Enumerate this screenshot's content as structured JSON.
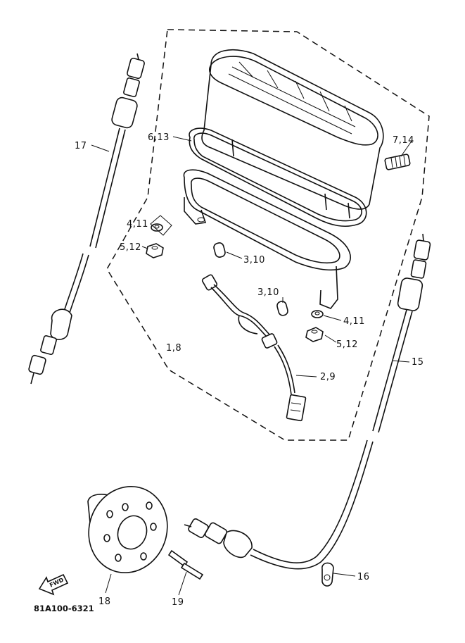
{
  "diagram": {
    "callouts": [
      {
        "id": "c17",
        "text": "17"
      },
      {
        "id": "c6_13",
        "text": "6,13"
      },
      {
        "id": "c7_14",
        "text": "7,14"
      },
      {
        "id": "c4_11a",
        "text": "4,11"
      },
      {
        "id": "c5_12a",
        "text": "5,12"
      },
      {
        "id": "c3_10a",
        "text": "3,10"
      },
      {
        "id": "c3_10b",
        "text": "3,10"
      },
      {
        "id": "c4_11b",
        "text": "4,11"
      },
      {
        "id": "c5_12b",
        "text": "5,12"
      },
      {
        "id": "c1_8",
        "text": "1,8"
      },
      {
        "id": "c2_9",
        "text": "2,9"
      },
      {
        "id": "c15",
        "text": "15"
      },
      {
        "id": "c16",
        "text": "16"
      },
      {
        "id": "c18",
        "text": "18"
      },
      {
        "id": "c19",
        "text": "19"
      }
    ],
    "fwd_arrow_text": "FWD",
    "drawing_code": "81A100-6321"
  }
}
